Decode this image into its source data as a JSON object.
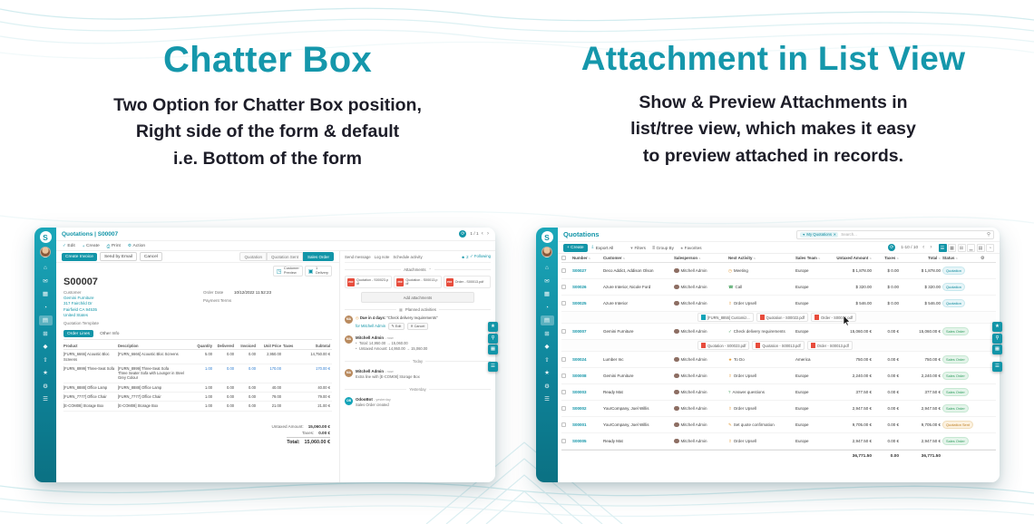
{
  "colors": {
    "accent": "#1295a8",
    "green": "#2f9e5f",
    "orange": "#e2972f",
    "pdf_red": "#e74c3c"
  },
  "hero": {
    "left": {
      "title": "Chatter Box",
      "lines": [
        "Two Option for Chatter Box position,",
        "Right side of the form & default",
        "i.e. Bottom of the form"
      ]
    },
    "right": {
      "title": "Attachment in List View",
      "lines": [
        "Show & Preview Attachments in",
        "list/tree view, which makes it easy",
        "to preview attached in records."
      ]
    }
  },
  "sidebar": {
    "logo": "S",
    "icons": [
      {
        "name": "home-icon",
        "glyph": "⌂"
      },
      {
        "name": "discuss-icon",
        "glyph": "✉"
      },
      {
        "name": "calendar-icon",
        "glyph": "▦"
      },
      {
        "name": "crm-icon",
        "glyph": "◔"
      },
      {
        "name": "sales-icon",
        "glyph": "▤",
        "active": true
      },
      {
        "name": "dashboard-icon",
        "glyph": "⊞"
      },
      {
        "name": "inventory-icon",
        "glyph": "◆"
      },
      {
        "name": "purchase-icon",
        "glyph": "⇧"
      },
      {
        "name": "favorites-icon",
        "glyph": "★"
      },
      {
        "name": "settings-icon",
        "glyph": "⚙"
      },
      {
        "name": "apps-menu-icon",
        "glyph": "☰"
      }
    ]
  },
  "quick_actions": [
    {
      "name": "star-quick-button",
      "glyph": "★"
    },
    {
      "name": "search-quick-button",
      "glyph": "⚲"
    },
    {
      "name": "grid-quick-button",
      "glyph": "▦"
    },
    {
      "name": "menu-quick-button",
      "glyph": "☰"
    }
  ],
  "form_app": {
    "breadcrumb": "Quotations | S00007",
    "toolbar": {
      "edit": "Edit",
      "create": "Create",
      "print": "Print",
      "action": "Action",
      "pager": "1 / 1"
    },
    "actions": {
      "create_invoice": "Create Invoice",
      "send_by_email": "Send by Email",
      "cancel": "Cancel"
    },
    "statusbar": [
      {
        "label": "Quotation"
      },
      {
        "label": "Quotation Sent"
      },
      {
        "label": "Sales Order",
        "active": true
      }
    ],
    "smart_buttons": [
      {
        "line1": "Customer",
        "line2": "Preview"
      },
      {
        "line1": "1",
        "line2": "Delivery"
      }
    ],
    "record": {
      "name": "S00007",
      "customer_label": "Customer",
      "customer_lines": [
        "Gemini Furniture",
        "317 Fairchild Dr",
        "Fairfield CA 94535",
        "United States"
      ],
      "order_date_label": "Order Date",
      "order_date": "10/12/2022 11:52:23",
      "payment_terms_label": "Payment Terms",
      "quotation_template_label": "Quotation Template"
    },
    "tabs": {
      "order_lines": "Order Lines",
      "other_info": "Other Info"
    },
    "order_table": {
      "headers": [
        "Product",
        "Description",
        "Quantity",
        "Delivered",
        "Invoiced",
        "Unit Price",
        "Taxes",
        "Subtotal"
      ],
      "rows": [
        {
          "product": "[FURN_6666] Acoustic Bloc Screens",
          "desc": [
            "[FURN_6666] Acoustic Bloc Screens"
          ],
          "qty": "5.00",
          "delivered": "0.00",
          "invoiced": "0.00",
          "price": "2,950.00",
          "taxes": "",
          "subtotal": "14,750.00 €",
          "edited": false
        },
        {
          "product": "[FURN_8999] Three-Seat Sofa",
          "desc": [
            "[FURN_8999] Three-Seat Sofa",
            "Three Seater Sofa with Lounger in Steel Grey Colour"
          ],
          "qty": "1.00",
          "delivered": "0.00",
          "invoiced": "0.00",
          "price": "170.00",
          "taxes": "",
          "subtotal": "170.00 €",
          "edited": true
        },
        {
          "product": "[FURN_8888] Office Lamp",
          "desc": [
            "[FURN_8888] Office Lamp"
          ],
          "qty": "1.00",
          "delivered": "0.00",
          "invoiced": "0.00",
          "price": "40.00",
          "taxes": "",
          "subtotal": "40.00 €",
          "edited": false
        },
        {
          "product": "[FURN_7777] Office Chair",
          "desc": [
            "[FURN_7777] Office Chair"
          ],
          "qty": "1.00",
          "delivered": "0.00",
          "invoiced": "0.00",
          "price": "79.00",
          "taxes": "",
          "subtotal": "79.00 €",
          "edited": false
        },
        {
          "product": "[E-COM08] Storage Box",
          "desc": [
            "[E-COM08] Storage Box"
          ],
          "qty": "1.00",
          "delivered": "0.00",
          "invoiced": "0.00",
          "price": "21.00",
          "taxes": "",
          "subtotal": "21.00 €",
          "edited": false
        }
      ]
    },
    "totals": {
      "untaxed_label": "Untaxed Amount:",
      "untaxed": "15,060.00 €",
      "taxes_label": "Taxes:",
      "taxes": "0.00 €",
      "total_label": "Total:",
      "total": "15,060.00 €"
    },
    "chatter": {
      "send_message": "Send message",
      "log_note": "Log note",
      "schedule_activity": "Schedule activity",
      "follower_count": "2",
      "following": "✓ Following",
      "attachments_label": "Attachments",
      "attachments": [
        "Quotation - S00023.pdf",
        "Quotation - S00013.pdf",
        "Order - S00013.pdf"
      ],
      "add_attachments": "Add attachments",
      "planned_label": "Planned activities",
      "activity": {
        "due": "Due in 4 days:",
        "summary": "\"Check delivery requirements\"",
        "assignee": "for Mitchell Admin",
        "edit": "✎ Edit",
        "cancel": "✕ Cancel"
      },
      "divider_today": "Today",
      "divider_yesterday": "Yesterday",
      "messages": [
        {
          "author": "Mitchell Admin",
          "time": "- now",
          "initials": "MA",
          "lines": [
            "Total: 14,950.00 → 15,060.00",
            "Untaxed Amount: 14,950.00 → 15,060.00"
          ]
        },
        {
          "author": "Mitchell Admin",
          "time": "- now",
          "initials": "MA",
          "lines": [
            "Extra line with [E-COM08] Storage Box"
          ]
        },
        {
          "author": "OdooBot",
          "time": "- yesterday",
          "initials": "OB",
          "lines": [
            "Sales Order created"
          ]
        }
      ]
    }
  },
  "list_app": {
    "title": "Quotations",
    "search": {
      "facet": "My Quotations",
      "remove": "✕",
      "placeholder": "Search..."
    },
    "toolbar": {
      "create": "+ Create",
      "export_all": "Export All",
      "filters": "Filters",
      "group_by": "Group By",
      "favorites": "Favorites",
      "pager": "1-10 / 10"
    },
    "view_icons": [
      {
        "name": "list-view-icon",
        "glyph": "☰",
        "active": true
      },
      {
        "name": "kanban-view-icon",
        "glyph": "▦"
      },
      {
        "name": "pivot-view-icon",
        "glyph": "⊞"
      },
      {
        "name": "graph-view-icon",
        "glyph": "▁"
      },
      {
        "name": "calendar-view-icon",
        "glyph": "▤"
      },
      {
        "name": "activity-view-icon",
        "glyph": "◔"
      }
    ],
    "headers": [
      "Number",
      "Customer",
      "Salesperson",
      "Next Activity",
      "Sales Team",
      "Untaxed Amount",
      "Taxes",
      "Total",
      "Status"
    ],
    "rows": [
      {
        "number": "S00027",
        "customer": "Deco Addict, Addison Olson",
        "salesperson": "Mitchell Admin",
        "act_icon": "clock-icon",
        "act_glyph": "◷",
        "act_kind": "warn",
        "activity": "Meeting",
        "team": "Europe",
        "untaxed": "$ 1,878.00",
        "taxes": "$ 0.00",
        "total": "$ 1,878.00",
        "status": "Quotation",
        "status_kind": "quotation"
      },
      {
        "number": "S00026",
        "customer": "Azure Interior, Nicole Ford",
        "salesperson": "Mitchell Admin",
        "act_icon": "phone-icon",
        "act_glyph": "☎",
        "act_kind": "ok",
        "activity": "Call",
        "team": "Europe",
        "untaxed": "$ 320.00",
        "taxes": "$ 0.00",
        "total": "$ 320.00",
        "status": "Quotation",
        "status_kind": "quotation"
      },
      {
        "number": "S00025",
        "customer": "Azure Interior",
        "salesperson": "Mitchell Admin",
        "act_icon": "cart-icon",
        "act_glyph": "⇧",
        "act_kind": "warn",
        "activity": "Order Upsell",
        "team": "Europe",
        "untaxed": "$ 546.00",
        "taxes": "$ 0.00",
        "total": "$ 546.00",
        "status": "Quotation",
        "status_kind": "quotation",
        "cursor": true,
        "attachments": [
          {
            "kind": "img",
            "label": "[FURN_8855] Customiz..."
          },
          {
            "kind": "pdf",
            "label": "Quotation - S00022.pdf"
          },
          {
            "kind": "pdf",
            "label": "Order - S00019.pdf"
          }
        ]
      },
      {
        "number": "S00007",
        "customer": "Gemini Furniture",
        "salesperson": "Mitchell Admin",
        "act_icon": "check-icon",
        "act_glyph": "✓",
        "act_kind": "ok",
        "activity": "Check delivery requirements",
        "team": "Europe",
        "untaxed": "15,060.00 €",
        "taxes": "0.00 €",
        "total": "15,060.00 €",
        "status": "Sales Order",
        "status_kind": "order",
        "attachments": [
          {
            "kind": "pdf",
            "label": "Quotation - S00023.pdf"
          },
          {
            "kind": "pdf",
            "label": "Quotation - S00013.pdf"
          },
          {
            "kind": "pdf",
            "label": "Order - S00013.pdf"
          }
        ]
      },
      {
        "number": "S00024",
        "customer": "Lumber Inc",
        "salesperson": "Mitchell Admin",
        "act_icon": "star-icon",
        "act_glyph": "★",
        "act_kind": "warn",
        "activity": "To Do",
        "team": "America",
        "untaxed": "750.00 €",
        "taxes": "0.00 €",
        "total": "750.00 €",
        "status": "Sales Order",
        "status_kind": "order"
      },
      {
        "number": "S00008",
        "customer": "Gemini Furniture",
        "salesperson": "Mitchell Admin",
        "act_icon": "cart-icon",
        "act_glyph": "⇧",
        "act_kind": "warn",
        "activity": "Order Upsell",
        "team": "Europe",
        "untaxed": "2,240.00 €",
        "taxes": "0.00 €",
        "total": "2,240.00 €",
        "status": "Sales Order",
        "status_kind": "order"
      },
      {
        "number": "S00003",
        "customer": "Ready Mat",
        "salesperson": "Mitchell Admin",
        "act_icon": "question-icon",
        "act_glyph": "?",
        "act_kind": "ok",
        "activity": "Answer questions",
        "team": "Europe",
        "untaxed": "377.50 €",
        "taxes": "0.00 €",
        "total": "377.50 €",
        "status": "Sales Order",
        "status_kind": "order"
      },
      {
        "number": "S00002",
        "customer": "YourCompany, Joel Willis",
        "salesperson": "Mitchell Admin",
        "act_icon": "cart-icon",
        "act_glyph": "⇧",
        "act_kind": "warn",
        "activity": "Order Upsell",
        "team": "Europe",
        "untaxed": "2,947.50 €",
        "taxes": "0.00 €",
        "total": "2,947.50 €",
        "status": "Sales Order",
        "status_kind": "order"
      },
      {
        "number": "S00001",
        "customer": "YourCompany, Joel Willis",
        "salesperson": "Mitchell Admin",
        "act_icon": "pencil-icon",
        "act_glyph": "✎",
        "act_kind": "warn",
        "activity": "Set quote confirmation",
        "team": "Europe",
        "untaxed": "9,705.00 €",
        "taxes": "0.00 €",
        "total": "9,705.00 €",
        "status": "Quotation Sent",
        "status_kind": "sent"
      },
      {
        "number": "S00005",
        "customer": "Ready Mat",
        "salesperson": "Mitchell Admin",
        "act_icon": "cart-icon",
        "act_glyph": "⇧",
        "act_kind": "warn",
        "activity": "Order Upsell",
        "team": "Europe",
        "untaxed": "2,947.50 €",
        "taxes": "0.00 €",
        "total": "2,947.50 €",
        "status": "Sales Order",
        "status_kind": "order"
      }
    ],
    "footer": {
      "untaxed": "36,771.50",
      "taxes": "0.00",
      "total": "36,771.50"
    }
  }
}
